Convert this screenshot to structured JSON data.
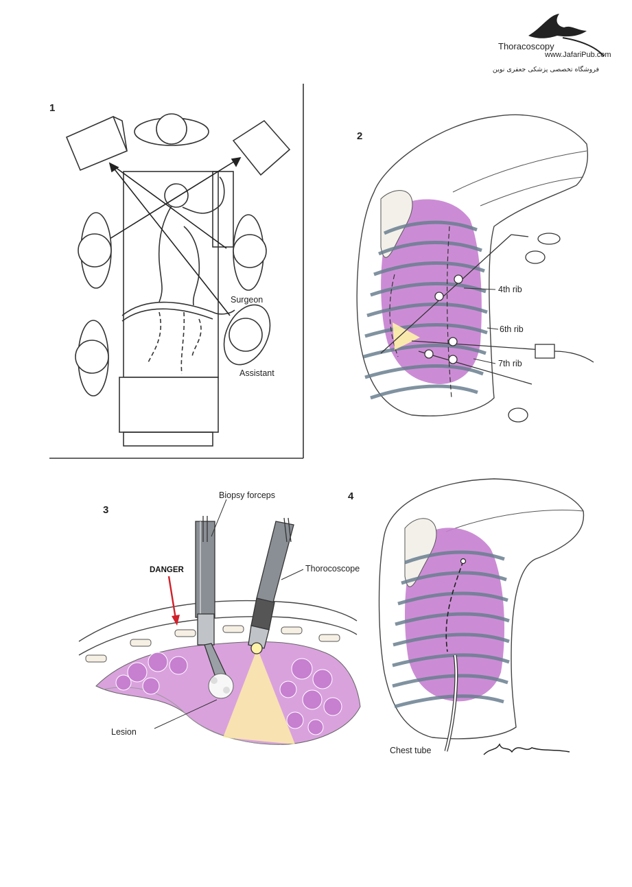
{
  "header": {
    "title": "Thoracoscopy",
    "url": "www.JafariPub.com",
    "store_name": "فروشگاه تخصصی پزشکی جعفری نوین"
  },
  "panels": {
    "p1": {
      "number": "1",
      "surgeon_label": "Surgeon",
      "assistant_label": "Assistant"
    },
    "p2": {
      "number": "2",
      "rib_4": "4th rib",
      "rib_6": "6th rib",
      "rib_7": "7th rib"
    },
    "p3": {
      "number": "3",
      "biopsy_label": "Biopsy forceps",
      "scope_label": "Thorocoscope",
      "danger_label": "DANGER",
      "lesion_label": "Lesion"
    },
    "p4": {
      "number": "4",
      "chest_tube_label": "Chest tube"
    }
  },
  "colors": {
    "lung": "#c77fd0",
    "lung_light": "#e2b8e6",
    "line": "#333333",
    "danger_arrow": "#d0202a",
    "light_beam": "#fff3a8"
  }
}
